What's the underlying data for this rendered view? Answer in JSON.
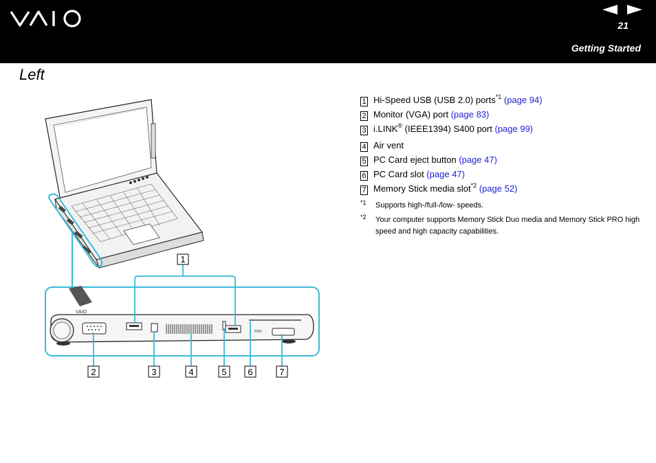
{
  "header": {
    "brand": "VAIO",
    "page_number": "21",
    "section": "Getting Started",
    "nav": {
      "prev_icon": "left-arrow-icon",
      "next_icon": "right-arrow-icon"
    }
  },
  "page_title": "Left",
  "figure": {
    "callouts": [
      "1",
      "2",
      "3",
      "4",
      "5",
      "6",
      "7"
    ],
    "labels": {
      "brand": "VAIO",
      "pro": "PRO"
    }
  },
  "items": [
    {
      "num": "1",
      "text": "Hi-Speed USB (USB 2.0) ports",
      "sup": "*1",
      "link": "(page 94)"
    },
    {
      "num": "2",
      "text": "Monitor (VGA) port",
      "link": "(page 83)"
    },
    {
      "num": "3",
      "text": "i.LINK",
      "sup": "®",
      "text2": " (IEEE1394) S400 port",
      "link": "(page 99)"
    },
    {
      "num": "4",
      "text": "Air vent"
    },
    {
      "num": "5",
      "text": "PC Card eject button",
      "link": "(page 47)"
    },
    {
      "num": "6",
      "text": "PC Card slot",
      "link": "(page 47)"
    },
    {
      "num": "7",
      "text": "Memory Stick media slot",
      "sup": "*2",
      "link": "(page 52)"
    }
  ],
  "notes": [
    {
      "mark": "*1",
      "text": "Supports high-/full-/low- speeds."
    },
    {
      "mark": "*2",
      "text": "Your computer supports Memory Stick Duo media and Memory Stick PRO high speed and high capacity capabilities."
    }
  ],
  "colors": {
    "header_bg": "#000000",
    "link": "#2020d8",
    "callout_frame": "#3bb8d6"
  }
}
